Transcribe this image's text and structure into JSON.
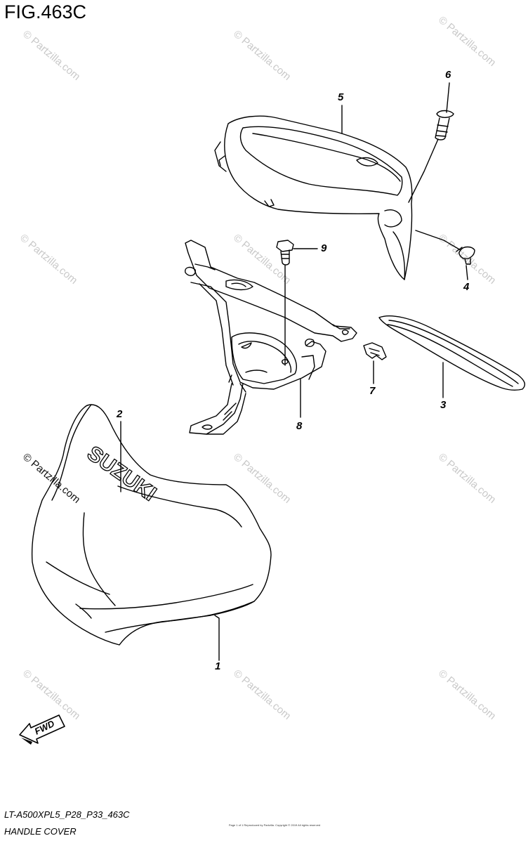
{
  "figure": {
    "title": "FIG.463C",
    "model_code": "LT-A500XPL5_P28_P33_463C",
    "section_name": "HANDLE COVER"
  },
  "watermark": {
    "text": "© Partzilla.com"
  },
  "brand_mark": "SUZUKI",
  "direction_label": "FWD",
  "fine_print": "Page 1 of 1 Reproduced by Partzilla. Copyright © 2019 All rights reserved",
  "callouts": [
    {
      "number": "1"
    },
    {
      "number": "2"
    },
    {
      "number": "3"
    },
    {
      "number": "4"
    },
    {
      "number": "5"
    },
    {
      "number": "6"
    },
    {
      "number": "7"
    },
    {
      "number": "8"
    },
    {
      "number": "9"
    }
  ],
  "colors": {
    "line": "#000000",
    "watermark": "#c9c9c9",
    "background": "#ffffff"
  }
}
